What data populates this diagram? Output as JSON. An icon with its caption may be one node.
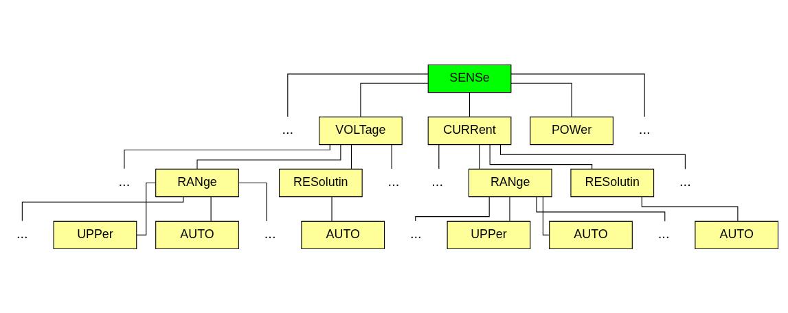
{
  "diagram": {
    "nodes": [
      {
        "text": [
          "SENSe"
        ]
      },
      {
        "text": [
          "VOLTage"
        ]
      },
      {
        "text": [
          "CURRent"
        ]
      },
      {
        "text": [
          "POWer"
        ]
      },
      {
        "text": [
          "RANge"
        ]
      },
      {
        "text": [
          "RESolutin"
        ]
      },
      {
        "text": [
          "RANge"
        ]
      },
      {
        "text": [
          "RESolutin"
        ]
      },
      {
        "text": [
          "UPPer"
        ]
      },
      {
        "text": [
          "AUTO"
        ]
      },
      {
        "text": [
          "AUTO"
        ]
      },
      {
        "text": [
          "UPPer"
        ]
      },
      {
        "text": [
          "AUTO"
        ]
      },
      {
        "text": [
          "AUTO"
        ]
      },
      {
        "text": [
          "..."
        ]
      },
      {
        "text": [
          "..."
        ]
      },
      {
        "text": [
          "..."
        ]
      },
      {
        "text": [
          "..."
        ]
      },
      {
        "text": [
          "..."
        ]
      },
      {
        "text": [
          "..."
        ]
      },
      {
        "text": [
          "..."
        ]
      },
      {
        "text": [
          "..."
        ]
      },
      {
        "text": [
          "..."
        ]
      },
      {
        "text": [
          "..."
        ]
      }
    ],
    "edges": [
      {
        "from": 0,
        "to": 14,
        "arrow": "none"
      },
      {
        "from": 0,
        "to": 1,
        "arrow": "none"
      },
      {
        "from": 0,
        "to": 2,
        "arrow": "none"
      },
      {
        "from": 0,
        "to": 3,
        "arrow": "none"
      },
      {
        "from": 0,
        "to": 15,
        "arrow": "none"
      },
      {
        "from": 1,
        "to": 16,
        "arrow": "none"
      },
      {
        "from": 1,
        "to": 4,
        "arrow": "none"
      },
      {
        "from": 1,
        "to": 5,
        "arrow": "none"
      },
      {
        "from": 1,
        "to": 17,
        "arrow": "none"
      },
      {
        "from": 2,
        "to": 18,
        "arrow": "none"
      },
      {
        "from": 2,
        "to": 6,
        "arrow": "none"
      },
      {
        "from": 2,
        "to": 7,
        "arrow": "none"
      },
      {
        "from": 2,
        "to": 19,
        "arrow": "none"
      },
      {
        "from": 4,
        "to": 20,
        "arrow": "none"
      },
      {
        "from": 4,
        "to": 8,
        "arrow": "none"
      },
      {
        "from": 4,
        "to": 9,
        "arrow": "none"
      },
      {
        "from": 4,
        "to": 21,
        "arrow": "none"
      },
      {
        "from": 5,
        "to": 10,
        "arrow": "none"
      },
      {
        "from": 6,
        "to": 22,
        "arrow": "none"
      },
      {
        "from": 6,
        "to": 11,
        "arrow": "none"
      },
      {
        "from": 6,
        "to": 12,
        "arrow": "none"
      },
      {
        "from": 6,
        "to": 23,
        "arrow": "none"
      },
      {
        "from": 7,
        "to": 13,
        "arrow": "none"
      }
    ]
  }
}
